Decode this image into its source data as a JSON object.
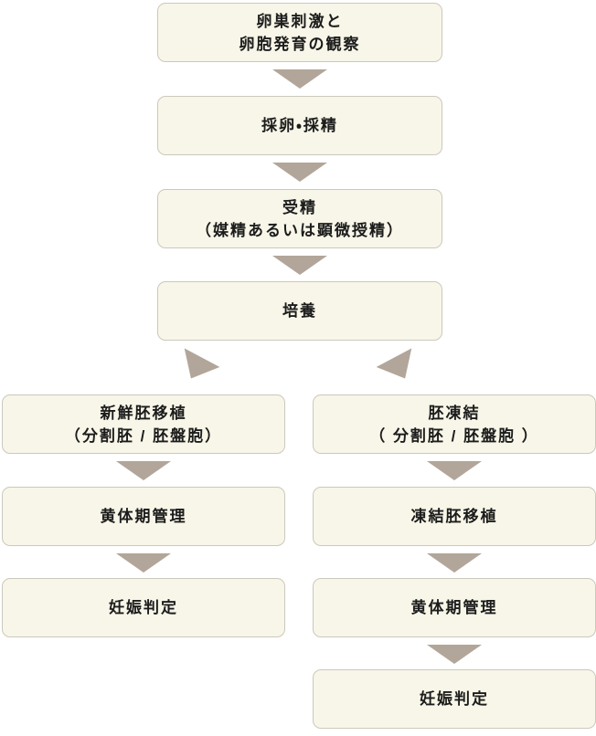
{
  "colors": {
    "box_fill": "#f8f6e8",
    "box_border": "#ccc8bc",
    "arrow": "#b2a69a",
    "text": "#1c1c1c",
    "background": "#ffffff"
  },
  "flow": {
    "main": [
      {
        "lines": [
          "卵巣刺激と",
          "卵胞発育の観察"
        ]
      },
      {
        "lines": [
          "採卵・採精"
        ]
      },
      {
        "lines": [
          "受精",
          "（媒精あるいは顕微授精）"
        ]
      },
      {
        "lines": [
          "培養"
        ]
      }
    ],
    "fresh_branch": [
      {
        "lines": [
          "新鮮胚移植",
          "（分割胚 / 胚盤胞）"
        ]
      },
      {
        "lines": [
          "黄体期管理"
        ]
      },
      {
        "lines": [
          "妊娠判定"
        ]
      }
    ],
    "frozen_branch": [
      {
        "lines": [
          "胚凍結",
          "（ 分割胚 / 胚盤胞 ）"
        ]
      },
      {
        "lines": [
          "凍結胚移植"
        ]
      },
      {
        "lines": [
          "黄体期管理"
        ]
      },
      {
        "lines": [
          "妊娠判定"
        ]
      }
    ]
  }
}
